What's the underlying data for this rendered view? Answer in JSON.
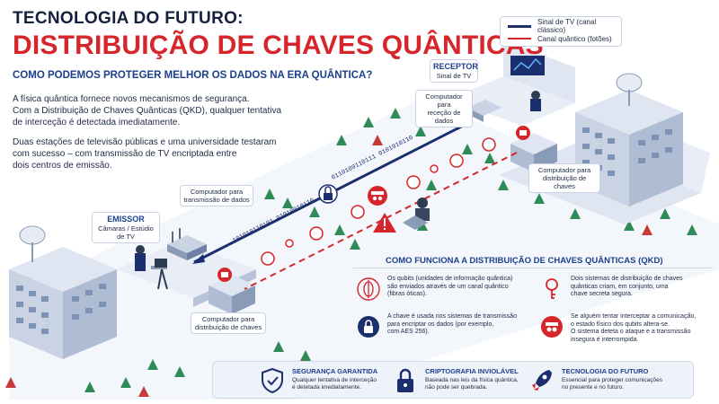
{
  "header": {
    "line1": "TECNOLOGIA DO FUTURO:",
    "line2": "DISTRIBUIÇÃO DE CHAVES QUÂNTICAS",
    "subtitle": "COMO PODEMOS PROTEGER MELHOR OS DADOS NA ERA QUÂNTICA?"
  },
  "intro": {
    "p1": [
      "A física quântica fornece novos mecanismos de segurança.",
      "Com a Distribuição de Chaves Quânticas (QKD), qualquer tentativa",
      "de interceção é detectada imediatamente."
    ],
    "p2": [
      "Duas estações de televisão públicas e uma universidade testaram",
      "com sucesso – com transmissão de TV encriptada entre",
      "dois centros de emissão."
    ]
  },
  "legend": {
    "tv_signal": "Sinal de TV (canal clássico)",
    "quantum_channel": "Canal quântico (fotões)",
    "colors": {
      "tv": "#1b2f6e",
      "quantum": "#d7262b"
    }
  },
  "scene": {
    "receiver_title": "RECEPTOR",
    "receiver_sub": "Sinal de TV",
    "receiver_computer": [
      "Computador para",
      "receção de dados"
    ],
    "receiver_key_computer": [
      "Computador para",
      "distribuição de chaves"
    ],
    "transmit_computer": [
      "Computador para",
      "transmissão de dados"
    ],
    "emitter_title": "EMISSOR",
    "emitter_sub": [
      "Câmaras / Estúdio",
      "de TV"
    ],
    "emitter_key_computer": [
      "Computador para",
      "distribuição de chaves"
    ],
    "binary_upper": "0110100110111 0101010110",
    "binary_lower": "101010110101 01010010110"
  },
  "qkd": {
    "title": "COMO FUNCIONA A DISTRIBUIÇÃO DE CHAVES QUÂNTICAS (QKD)",
    "items": [
      {
        "icon": "qubit-icon",
        "text": [
          "Os qubits (unidades de informação quântica)",
          "são enviados através de um canal quântico",
          "(fibras óticas)."
        ]
      },
      {
        "icon": "key-icon",
        "text": [
          "Dois sistemas de distribuição de chaves",
          "quânticas criam, em conjunto, uma",
          "chave secreta segura."
        ]
      },
      {
        "icon": "lock-icon",
        "text": [
          "A chave é usada nos sistemas de transmissão",
          "para encriptar os dados (por exemplo,",
          "com AES 256)."
        ]
      },
      {
        "icon": "spy-icon",
        "text": [
          "Se alguém tentar interceptar a comunicação,",
          "o estado físico dos qubits altera-se.",
          "O sistema deteta o ataque e a transmissão",
          "insegura é interrompida."
        ]
      }
    ]
  },
  "features": [
    {
      "icon": "shield-check-icon",
      "title": "SEGURANÇA GARANTIDA",
      "body": [
        "Qualquer tentativa de interceção",
        "é detetada imediatamente."
      ]
    },
    {
      "icon": "padlock-icon",
      "title": "CRIPTOGRAFIA INVIOLÁVEL",
      "body": [
        "Baseada nas leis da física quântica,",
        "não pode ser quebrada."
      ]
    },
    {
      "icon": "rocket-icon",
      "title": "TECNOLOGIA DO FUTURO",
      "body": [
        "Essencial para proteger comunicações",
        "no presente e no futuro."
      ]
    }
  ]
}
